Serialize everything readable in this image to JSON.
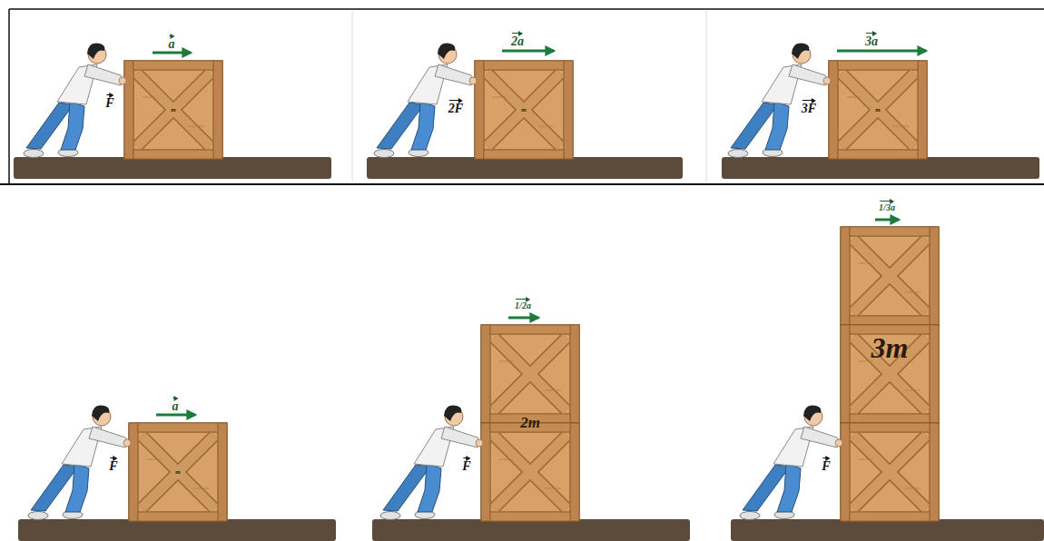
{
  "diagram": {
    "nodes": [
      {
        "text": [
          "m"
        ]
      },
      {
        "text": [
          "m"
        ]
      },
      {
        "text": [
          "m"
        ]
      },
      {
        "text": [
          "m"
        ]
      },
      {
        "text": [
          "2m"
        ]
      },
      {
        "text": [
          "3m"
        ]
      }
    ],
    "labels": [
      "a",
      "F",
      "2a",
      "2F",
      "3a",
      "3F",
      "a",
      "F",
      "1/2a",
      "F",
      "1/3a",
      "F"
    ]
  }
}
